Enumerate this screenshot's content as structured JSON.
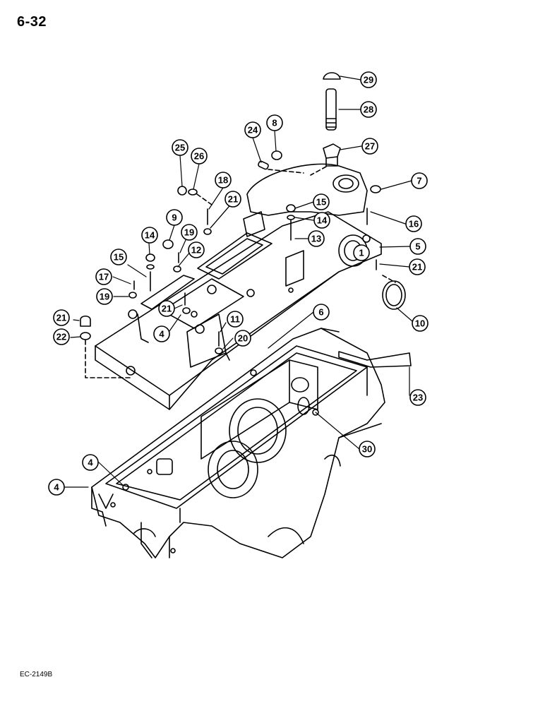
{
  "page": {
    "number": "6-32",
    "reference": "EC-2149B"
  },
  "callouts": [
    {
      "label": "29"
    },
    {
      "label": "28"
    },
    {
      "label": "27"
    },
    {
      "label": "8"
    },
    {
      "label": "24"
    },
    {
      "label": "25"
    },
    {
      "label": "26"
    },
    {
      "label": "18"
    },
    {
      "label": "21"
    },
    {
      "label": "7"
    },
    {
      "label": "15"
    },
    {
      "label": "14"
    },
    {
      "label": "16"
    },
    {
      "label": "13"
    },
    {
      "label": "5"
    },
    {
      "label": "9"
    },
    {
      "label": "19"
    },
    {
      "label": "14"
    },
    {
      "label": "15"
    },
    {
      "label": "12"
    },
    {
      "label": "21"
    },
    {
      "label": "17"
    },
    {
      "label": "19"
    },
    {
      "label": "21"
    },
    {
      "label": "10"
    },
    {
      "label": "6"
    },
    {
      "label": "4"
    },
    {
      "label": "11"
    },
    {
      "label": "20"
    },
    {
      "label": "21"
    },
    {
      "label": "22"
    },
    {
      "label": "23"
    },
    {
      "label": "30"
    },
    {
      "label": "4"
    },
    {
      "label": "4"
    },
    {
      "label": "1"
    }
  ]
}
